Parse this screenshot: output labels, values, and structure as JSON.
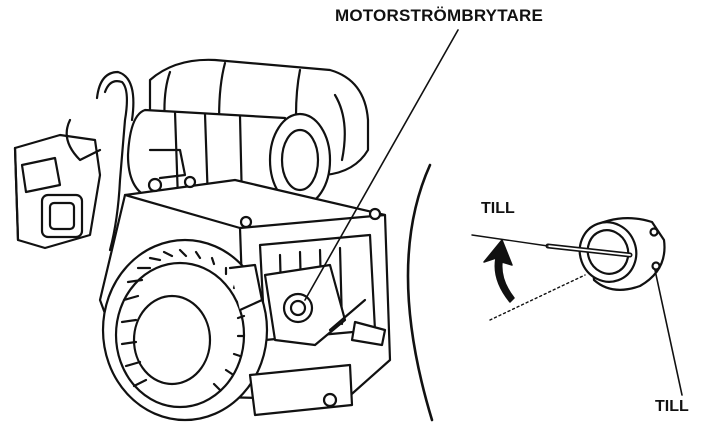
{
  "labels": {
    "engine_switch": "MOTORSTRÖMBRYTARE",
    "off_top": "TILL",
    "off_bottom": "TILL"
  },
  "colors": {
    "ink": "#111111",
    "paper": "#ffffff"
  }
}
